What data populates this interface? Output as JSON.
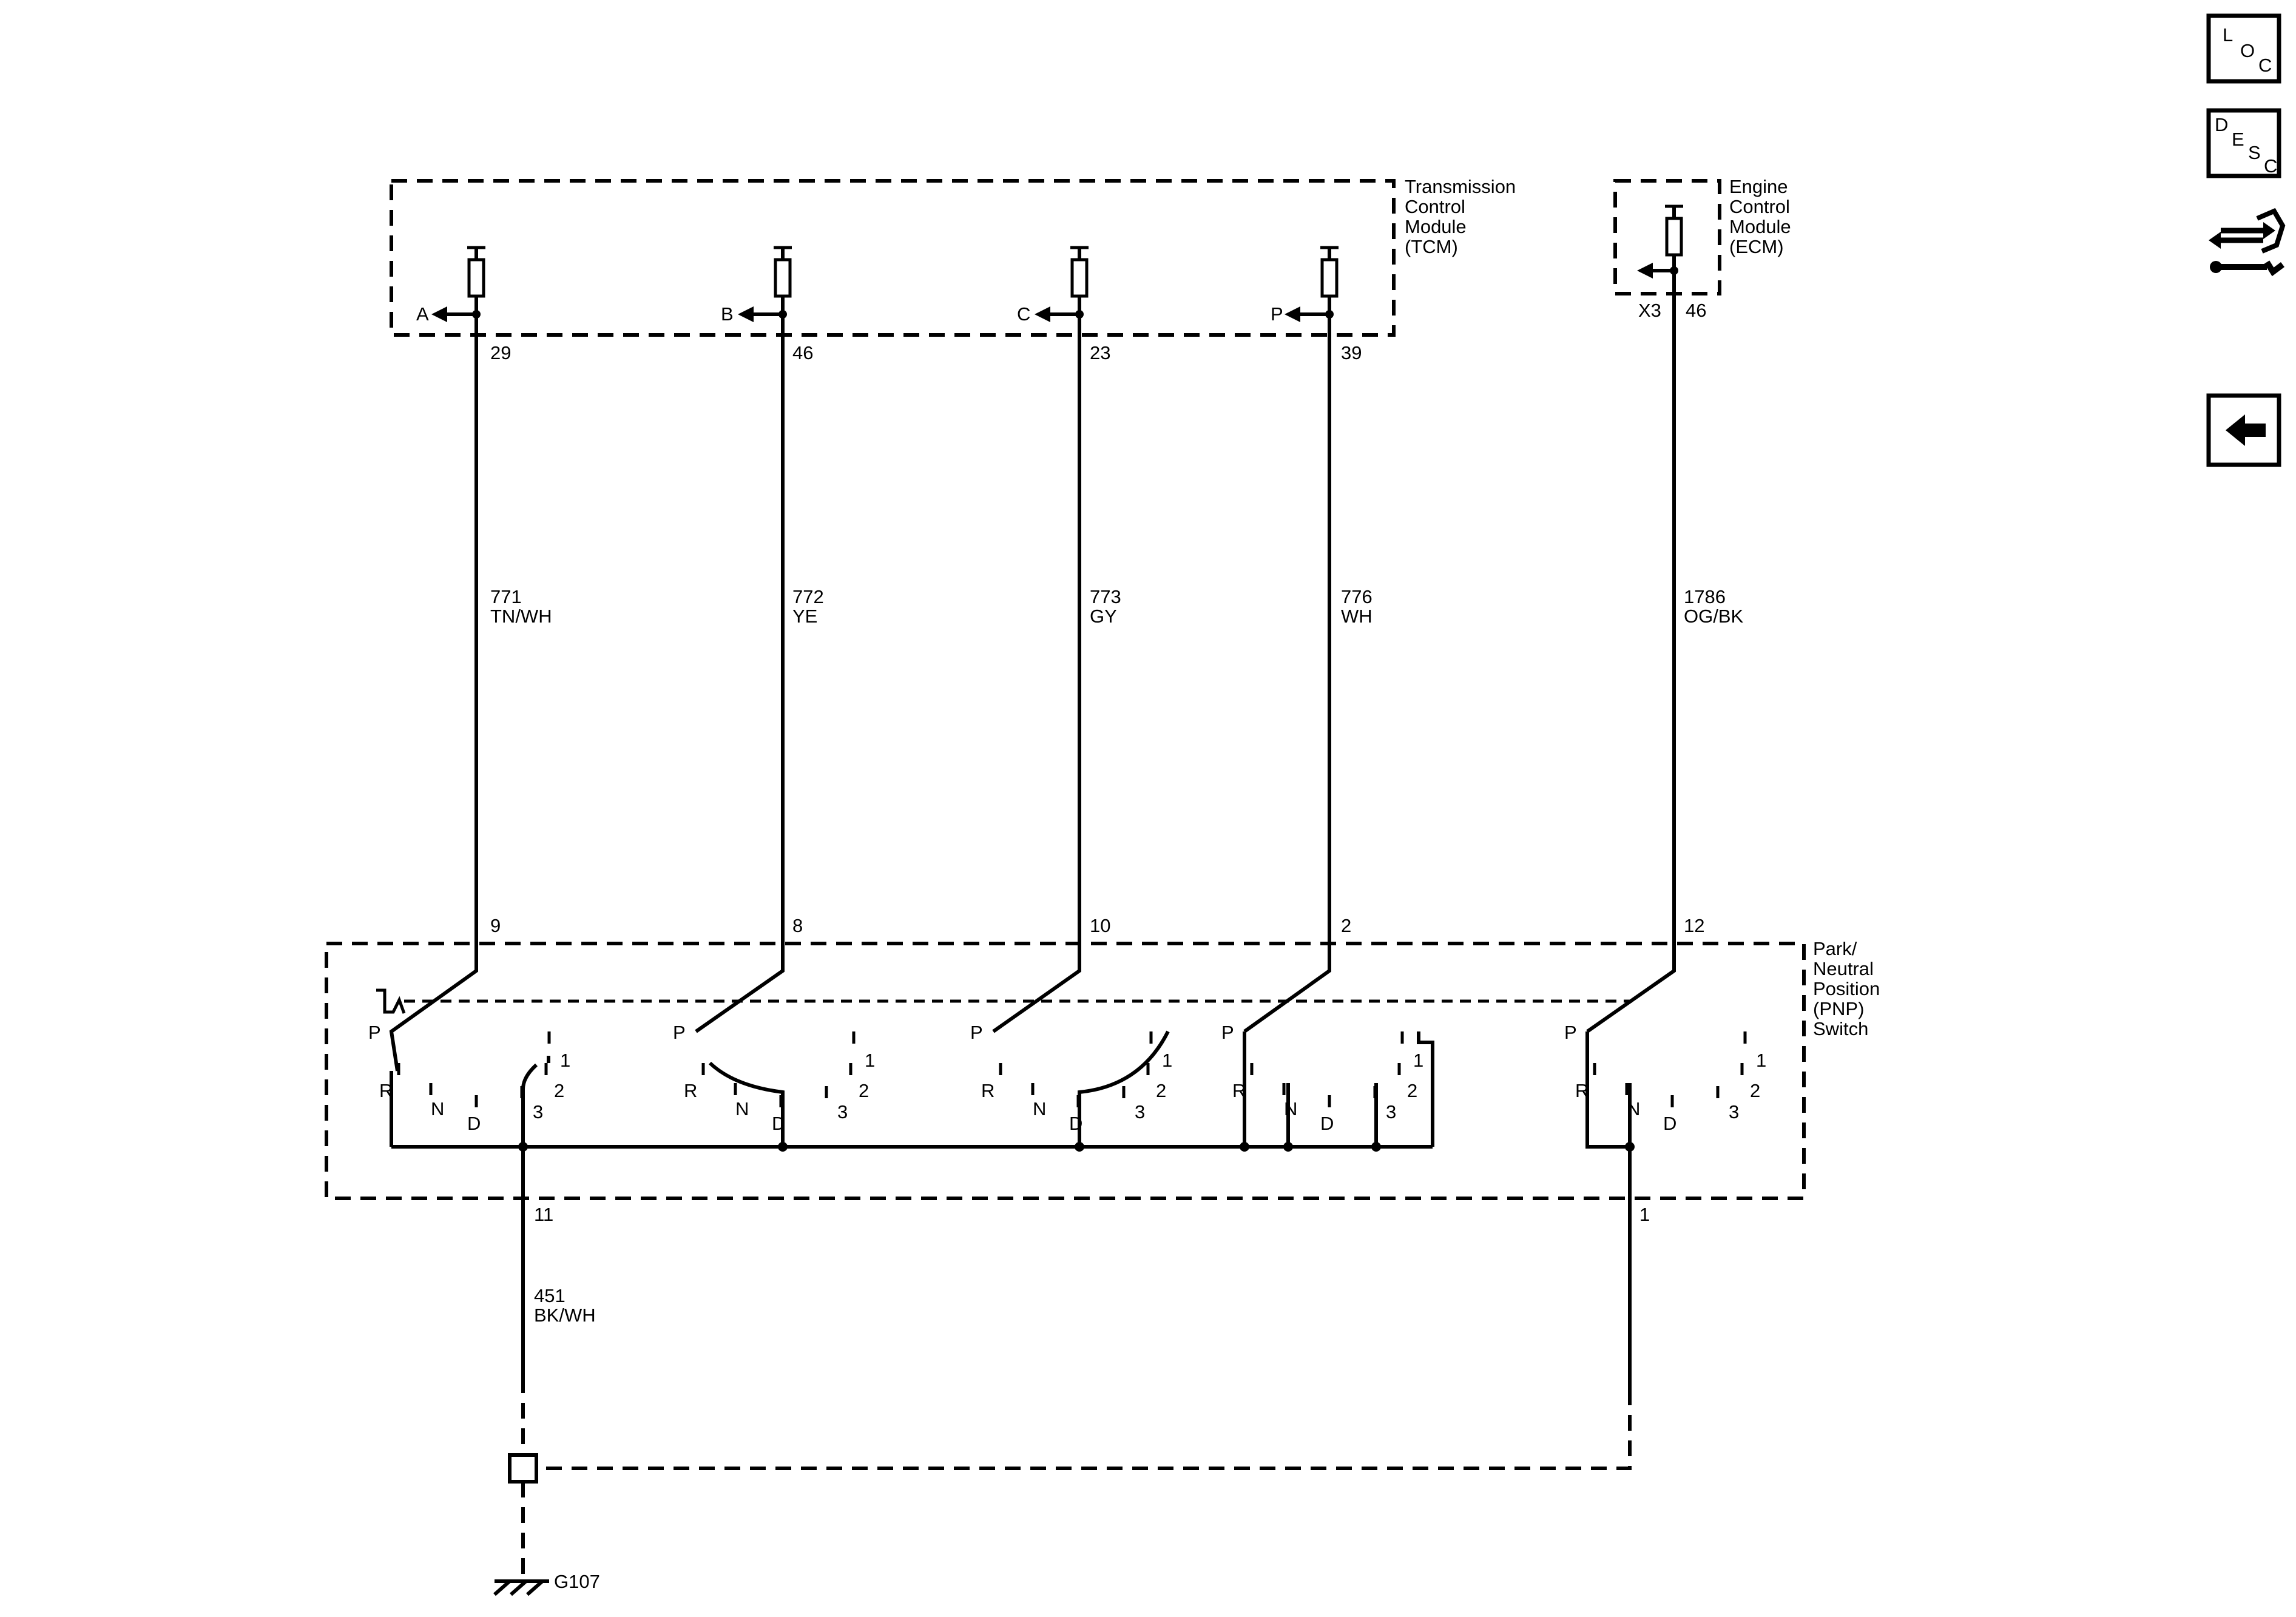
{
  "modules": {
    "tcm": {
      "name_lines": [
        "Transmission",
        "Control",
        "Module",
        "(TCM)"
      ],
      "outputs": [
        {
          "signal": "A",
          "pin": "29"
        },
        {
          "signal": "B",
          "pin": "46"
        },
        {
          "signal": "C",
          "pin": "23"
        },
        {
          "signal": "P",
          "pin": "39"
        }
      ]
    },
    "ecm": {
      "name_lines": [
        "Engine",
        "Control",
        "Module",
        "(ECM)"
      ],
      "connector": "X3",
      "pin": "46"
    },
    "pnp": {
      "name_lines": [
        "Park/",
        "Neutral",
        "Position",
        "(PNP)",
        "Switch"
      ]
    }
  },
  "wires": [
    {
      "circuit": "771",
      "color": "TN/WH",
      "switch_pin": "9"
    },
    {
      "circuit": "772",
      "color": "YE",
      "switch_pin": "8"
    },
    {
      "circuit": "773",
      "color": "GY",
      "switch_pin": "10"
    },
    {
      "circuit": "776",
      "color": "WH",
      "switch_pin": "2"
    },
    {
      "circuit": "1786",
      "color": "OG/BK",
      "switch_pin": "12"
    }
  ],
  "switch_sections": [
    {
      "positions": [
        "P",
        "R",
        "N",
        "D",
        "3",
        "2",
        "1"
      ]
    },
    {
      "positions": [
        "P",
        "R",
        "N",
        "D",
        "3",
        "2",
        "1"
      ]
    },
    {
      "positions": [
        "P",
        "R",
        "N",
        "D",
        "3",
        "2",
        "1"
      ]
    },
    {
      "positions": [
        "P",
        "R",
        "N",
        "D",
        "3",
        "2",
        "1"
      ]
    },
    {
      "positions": [
        "P",
        "R",
        "N",
        "D",
        "3",
        "2",
        "1"
      ]
    }
  ],
  "ground_circuit": {
    "circuit": "451",
    "color": "BK/WH",
    "switch_pin": "11"
  },
  "ground2": {
    "switch_pin": "1"
  },
  "ground": {
    "label": "G107"
  },
  "side_buttons": [
    {
      "name": "location-button",
      "letters": [
        "L",
        "O",
        "C"
      ]
    },
    {
      "name": "description-button",
      "letters": [
        "D",
        "E",
        "S",
        "C"
      ]
    }
  ]
}
